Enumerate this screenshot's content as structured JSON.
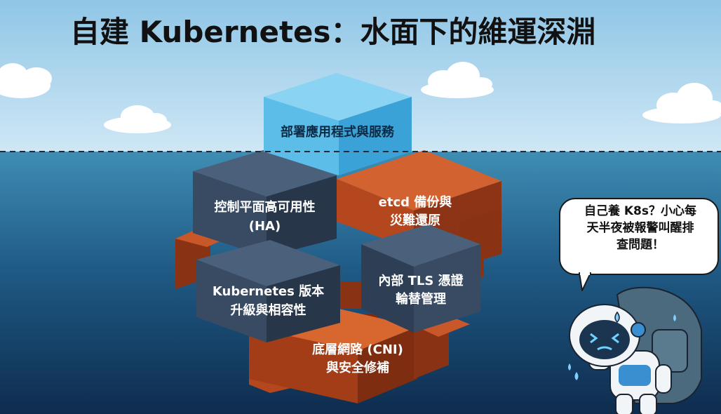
{
  "title": "自建 Kubernetes：水面下的維運深淵",
  "tip_block": {
    "line1": "部署應用程式與服務"
  },
  "blocks": {
    "ha": {
      "line1": "控制平面高可用性",
      "line2": "(HA)"
    },
    "etcd": {
      "line1": "etcd 備份與",
      "line2": "災難還原"
    },
    "upgrade": {
      "line1": "Kubernetes 版本",
      "line2": "升級與相容性"
    },
    "tls": {
      "line1": "內部 TLS 憑證",
      "line2": "輪替管理"
    },
    "network": {
      "line1": "底層網路 (CNI)",
      "line2": "與安全修補"
    }
  },
  "speech_bubble": {
    "line1": "自己養 K8s？小心每",
    "line2": "天半夜被報警叫醒排",
    "line3": "查問題！"
  },
  "colors": {
    "sky_top": "#8fc6e6",
    "sky_bottom": "#cfe7f5",
    "water_top": "#3f8db4",
    "water_bottom": "#0e2c4e",
    "tip_cube": "#5bbde8",
    "slate_cube": "#384b63",
    "rust_cube": "#b4471e"
  }
}
